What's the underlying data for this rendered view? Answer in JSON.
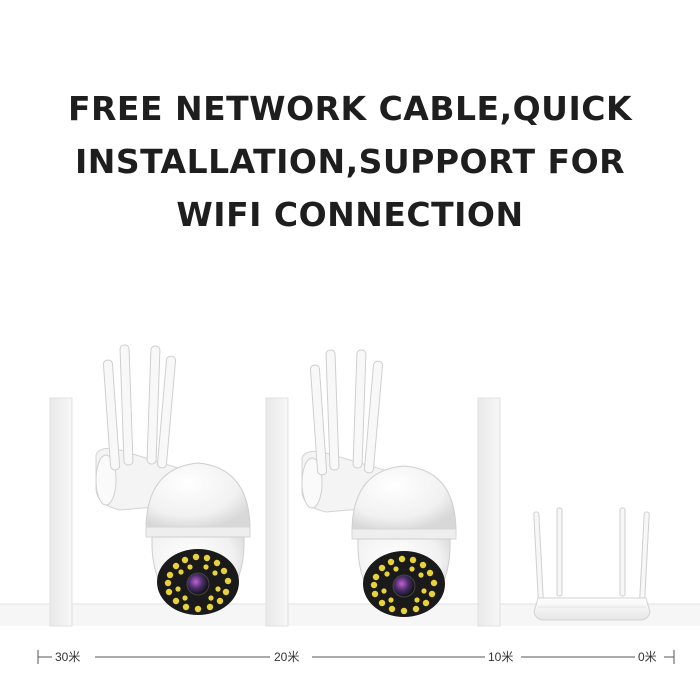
{
  "headline": {
    "line1": "FREE NETWORK CABLE,QUICK",
    "line2": "INSTALLATION,SUPPORT FOR",
    "line3": "WIFI CONNECTION"
  },
  "distance_scale": {
    "labels": [
      "30米",
      "20米",
      "10米",
      "0米"
    ]
  },
  "colors": {
    "background": "#ffffff",
    "wall": "#f2f2f2",
    "device_body": "#ffffff",
    "led_yellow": "#e8d23a",
    "text": "#1e1e1e"
  },
  "objects": {
    "walls": 3,
    "cameras": 2,
    "router": 1
  }
}
